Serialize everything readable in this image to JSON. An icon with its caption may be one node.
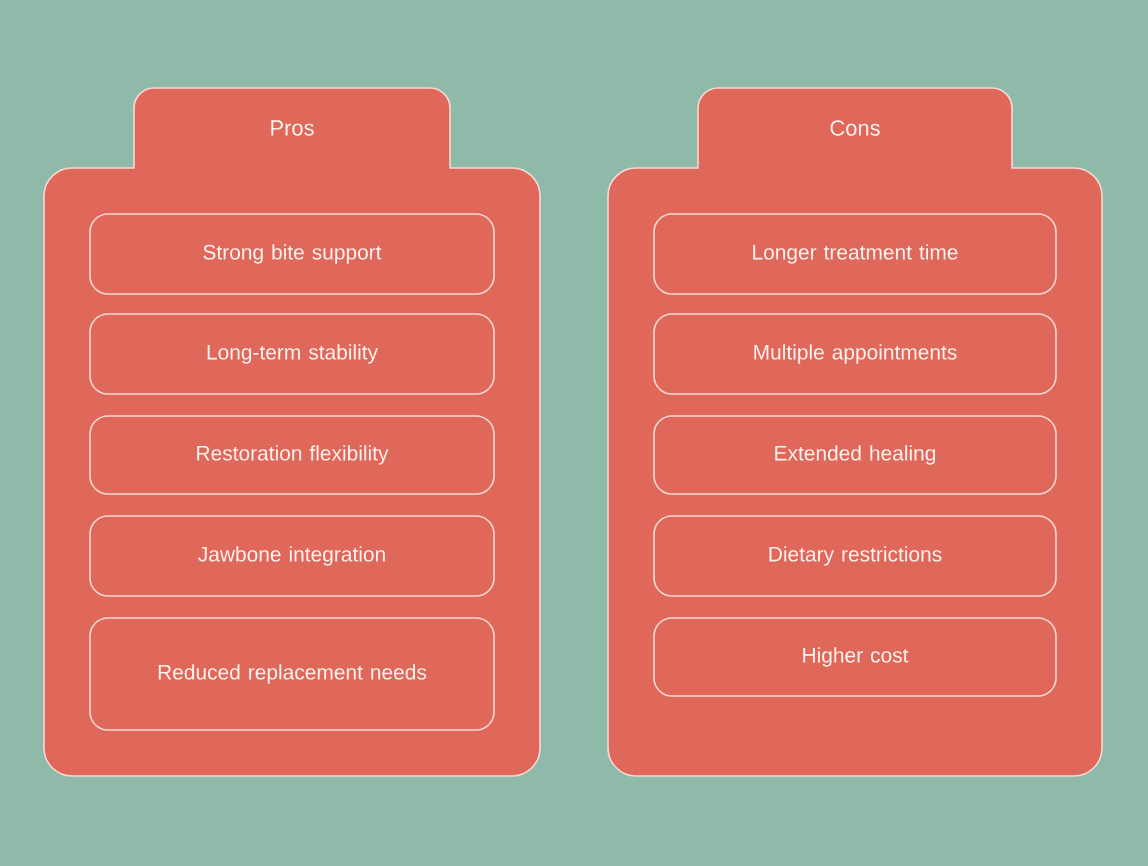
{
  "diagram": {
    "nodes": [
      {
        "text": [
          "Pros"
        ]
      },
      {
        "text": [
          "Strong bite support"
        ],
        "in": 0
      },
      {
        "text": [
          "Long-term stability"
        ],
        "in": 0
      },
      {
        "text": [
          "Restoration flexibility"
        ],
        "in": 0
      },
      {
        "text": [
          "Jawbone integration"
        ],
        "in": 0
      },
      {
        "text": [
          "Reduced replacement needs"
        ],
        "in": 0
      },
      {
        "text": [
          "Cons"
        ]
      },
      {
        "text": [
          "Longer treatment time"
        ],
        "in": 6
      },
      {
        "text": [
          "Multiple appointments"
        ],
        "in": 6
      },
      {
        "text": [
          "Extended healing"
        ],
        "in": 6
      },
      {
        "text": [
          "Dietary restrictions"
        ],
        "in": 6
      },
      {
        "text": [
          "Higher cost"
        ],
        "in": 6
      }
    ]
  }
}
